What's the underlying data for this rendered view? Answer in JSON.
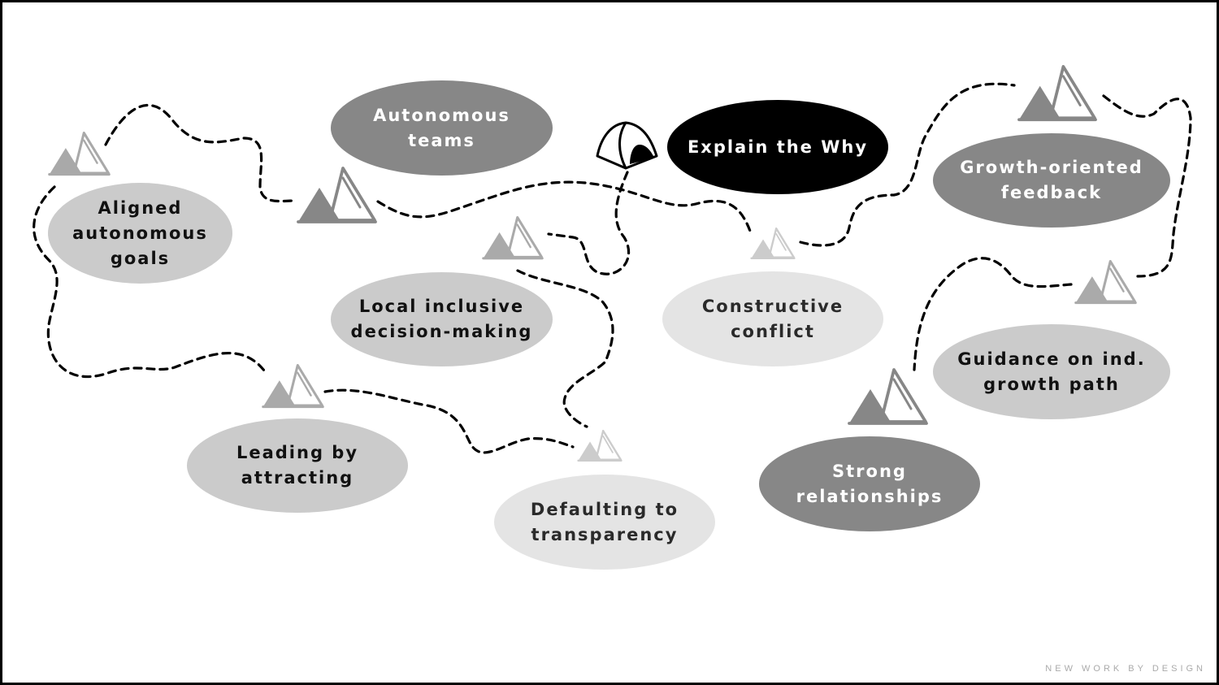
{
  "nodes": [
    {
      "id": "aligned",
      "label": "Aligned\nautonomous\ngoals",
      "tone": "mid"
    },
    {
      "id": "autonomous-teams",
      "label": "Autonomous\nteams",
      "tone": "dark"
    },
    {
      "id": "explain-why",
      "label": "Explain the Why",
      "tone": "black"
    },
    {
      "id": "growth-feedback",
      "label": "Growth-oriented\nfeedback",
      "tone": "dark"
    },
    {
      "id": "local-decision",
      "label": "Local inclusive\ndecision-making",
      "tone": "mid"
    },
    {
      "id": "constructive-conflict",
      "label": "Constructive\nconflict",
      "tone": "light"
    },
    {
      "id": "guidance",
      "label": "Guidance on ind.\ngrowth path",
      "tone": "mid"
    },
    {
      "id": "leading",
      "label": "Leading by\nattracting",
      "tone": "mid"
    },
    {
      "id": "transparency",
      "label": "Defaulting to\ntransparency",
      "tone": "light"
    },
    {
      "id": "relationships",
      "label": "Strong\nrelationships",
      "tone": "dark"
    }
  ],
  "icons": {
    "milestone": "mountain-icon",
    "start": "tent-icon"
  },
  "colors": {
    "dark": "#878787",
    "mid": "#cbcbcb",
    "light": "#e4e4e4",
    "black": "#000000"
  },
  "brand": "NEW WORK BY DESIGN"
}
